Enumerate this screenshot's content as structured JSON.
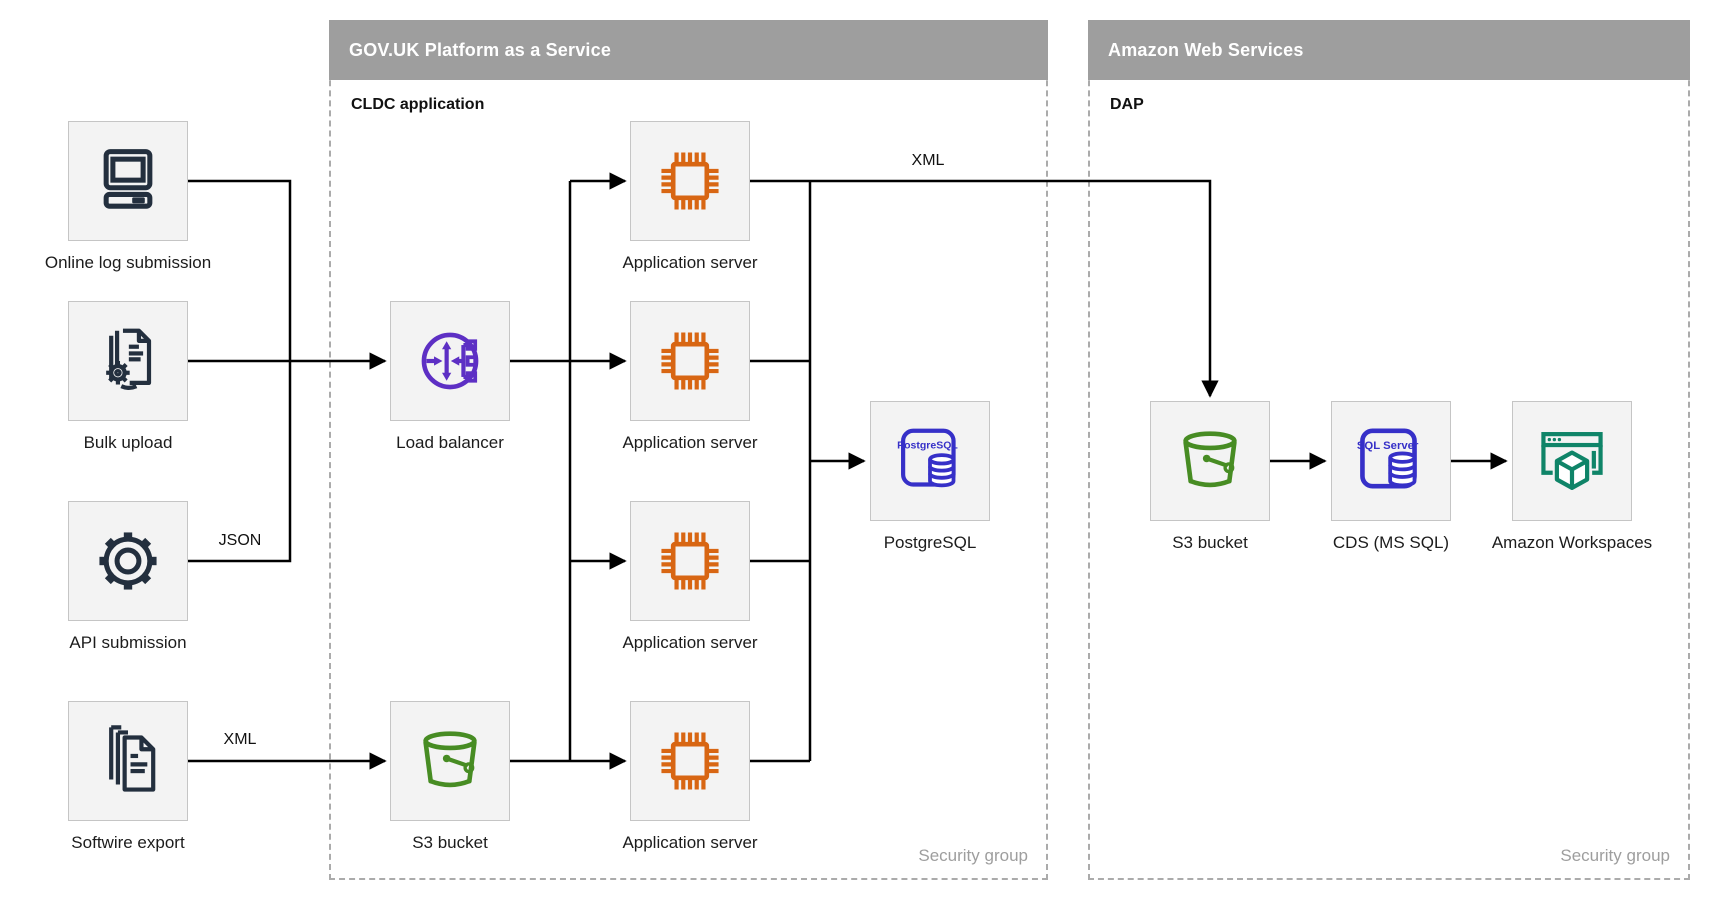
{
  "containers": {
    "govuk": {
      "title": "GOV.UK Platform as a Service",
      "sublabel": "CLDC application",
      "footer": "Security group"
    },
    "aws": {
      "title": "Amazon Web Services",
      "sublabel": "DAP",
      "footer": "Security group"
    }
  },
  "nodes": {
    "online_log": {
      "label": "Online log submission",
      "icon": "desktop-computer-icon"
    },
    "bulk_upload": {
      "label": "Bulk upload",
      "icon": "document-gear-icon"
    },
    "api_submission": {
      "label": "API submission",
      "icon": "gear-icon"
    },
    "softwire_export": {
      "label": "Softwire export",
      "icon": "documents-stack-icon"
    },
    "load_balancer": {
      "label": "Load balancer",
      "icon": "load-balancer-icon"
    },
    "s3_govuk": {
      "label": "S3 bucket",
      "icon": "s3-bucket-icon"
    },
    "app_server_1": {
      "label": "Application server",
      "icon": "chip-icon"
    },
    "app_server_2": {
      "label": "Application server",
      "icon": "chip-icon"
    },
    "app_server_3": {
      "label": "Application server",
      "icon": "chip-icon"
    },
    "app_server_4": {
      "label": "Application server",
      "icon": "chip-icon"
    },
    "postgresql": {
      "label": "PostgreSQL",
      "icon": "postgresql-database-icon",
      "icon_text": "PostgreSQL"
    },
    "s3_aws": {
      "label": "S3 bucket",
      "icon": "s3-bucket-icon"
    },
    "cds": {
      "label": "CDS (MS SQL)",
      "icon": "sql-server-database-icon",
      "icon_text": "SQL Server"
    },
    "workspaces": {
      "label": "Amazon Workspaces",
      "icon": "amazon-workspaces-icon"
    }
  },
  "edge_labels": {
    "api_to_platform": "JSON",
    "softwire_to_s3": "XML",
    "app_to_aws": "XML"
  },
  "colors": {
    "header_bg": "#9e9e9e",
    "dark_icon": "#232f3e",
    "orange_icon": "#d86613",
    "purple_icon": "#5d2fc4",
    "green_icon": "#478c23",
    "blue_icon": "#3630c8",
    "teal_icon": "#0f8468",
    "node_fill": "#f3f3f3",
    "node_border": "#c5c5c5",
    "line": "#000000",
    "muted_text": "#9e9e9e"
  }
}
